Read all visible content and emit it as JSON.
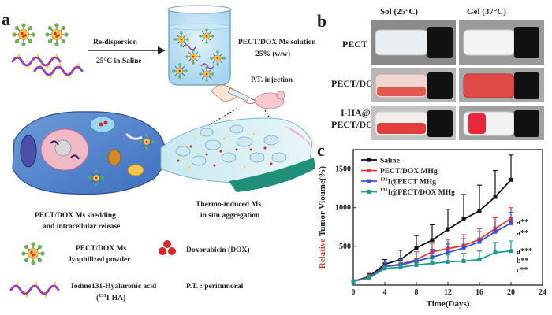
{
  "panel_a": {
    "label": "a",
    "step1": "Re-dispersion",
    "step1_sub": "25°C in Saline",
    "solution": "PECT/DOX Ms solution",
    "solution_conc": "25% (w/w)",
    "injection": "P.T. injection",
    "shedding": "PECT/DOX Ms shedding",
    "shedding2": "and intracellular release",
    "thermo": "Thermo-induced Ms",
    "thermo2": "in situ aggregation",
    "legend_ms": "PECT/DOX Ms",
    "legend_ms2": "lyophilized powder",
    "legend_dox": "Doxorubicin (DOX)",
    "legend_ha": "Iodine131-Hyaluronic acid",
    "legend_ha_pre": "(",
    "legend_ha_sup": "131",
    "legend_ha2": "I-HA)",
    "legend_pt": "P.T. : peritumoral"
  },
  "panel_b": {
    "label": "b",
    "col1": "Sol (25°C)",
    "col2": "Gel (37°C)",
    "rows": [
      "PECT",
      "PECT/DOX",
      "I-HA@",
      "PECT/DOX"
    ]
  },
  "chart_data": {
    "type": "line",
    "label": "c",
    "xlabel": "Time(Days)",
    "ylabel_prefix": "Relative",
    "ylabel_rest": " Tumor Vloume(%)",
    "x": [
      0,
      2,
      4,
      6,
      8,
      10,
      12,
      14,
      16,
      18,
      20
    ],
    "xlim": [
      0,
      24
    ],
    "ylim": [
      0,
      1750
    ],
    "xticks": [
      0,
      4,
      8,
      12,
      16,
      20,
      24
    ],
    "yticks": [
      500,
      1000,
      1500
    ],
    "series": [
      {
        "name": "Saline",
        "color": "#111111",
        "values": [
          50,
          110,
          270,
          330,
          480,
          580,
          720,
          850,
          960,
          1140,
          1360
        ],
        "err": [
          0,
          40,
          60,
          120,
          160,
          200,
          260,
          320,
          330,
          340,
          320
        ]
      },
      {
        "name": "PECT/DOX MHg",
        "color": "#e03a3a",
        "values": [
          50,
          100,
          240,
          270,
          330,
          430,
          470,
          510,
          590,
          730,
          860
        ],
        "err": [
          0,
          40,
          50,
          80,
          100,
          110,
          120,
          140,
          140,
          140,
          140
        ]
      },
      {
        "name": "131I@PECT MHg",
        "color": "#3b4fd8",
        "values": [
          50,
          95,
          240,
          260,
          310,
          360,
          420,
          480,
          560,
          690,
          800
        ],
        "err": [
          0,
          40,
          50,
          70,
          90,
          100,
          110,
          120,
          130,
          140,
          140
        ]
      },
      {
        "name": "131I@PECT/DOX MHg",
        "color": "#1e9a8a",
        "values": [
          50,
          90,
          215,
          230,
          260,
          280,
          300,
          310,
          330,
          420,
          440
        ],
        "err": [
          0,
          35,
          40,
          60,
          70,
          80,
          90,
          100,
          110,
          130,
          130
        ]
      }
    ],
    "legend_sup": "131",
    "legend_names": [
      "Saline",
      "PECT/DOX MHg",
      "I@PECT MHg",
      "I@PECT/DOX MHg"
    ],
    "annotations": [
      "a**",
      "a**",
      "a***",
      "b**",
      "c**"
    ]
  }
}
